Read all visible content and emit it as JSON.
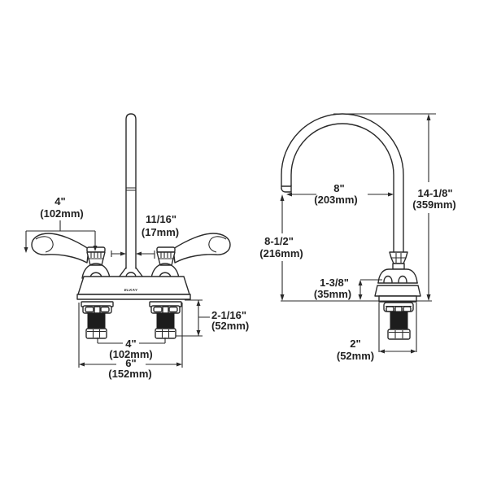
{
  "brand": {
    "logo": "ELKAY"
  },
  "colors": {
    "line": "#2a2a2a",
    "dark_fill": "#1d1d1d",
    "background": "#ffffff",
    "text": "#222222"
  },
  "front": {
    "handle": {
      "in": "4\"",
      "mm": "(102mm)"
    },
    "spout_od": {
      "in": "11/16\"",
      "mm": "(17mm)"
    },
    "shank": {
      "in": "2-1/16\"",
      "mm": "(52mm)"
    },
    "centers": {
      "in": "4\"",
      "mm": "(102mm)"
    },
    "overall": {
      "in": "6\"",
      "mm": "(152mm)"
    }
  },
  "side": {
    "reach": {
      "in": "8\"",
      "mm": "(203mm)"
    },
    "height": {
      "in": "14-1/8\"",
      "mm": "(359mm)"
    },
    "spout_height": {
      "in": "8-1/2\"",
      "mm": "(216mm)"
    },
    "base_height": {
      "in": "1-3/8\"",
      "mm": "(35mm)"
    },
    "base_width": {
      "in": "2\"",
      "mm": "(52mm)"
    }
  }
}
